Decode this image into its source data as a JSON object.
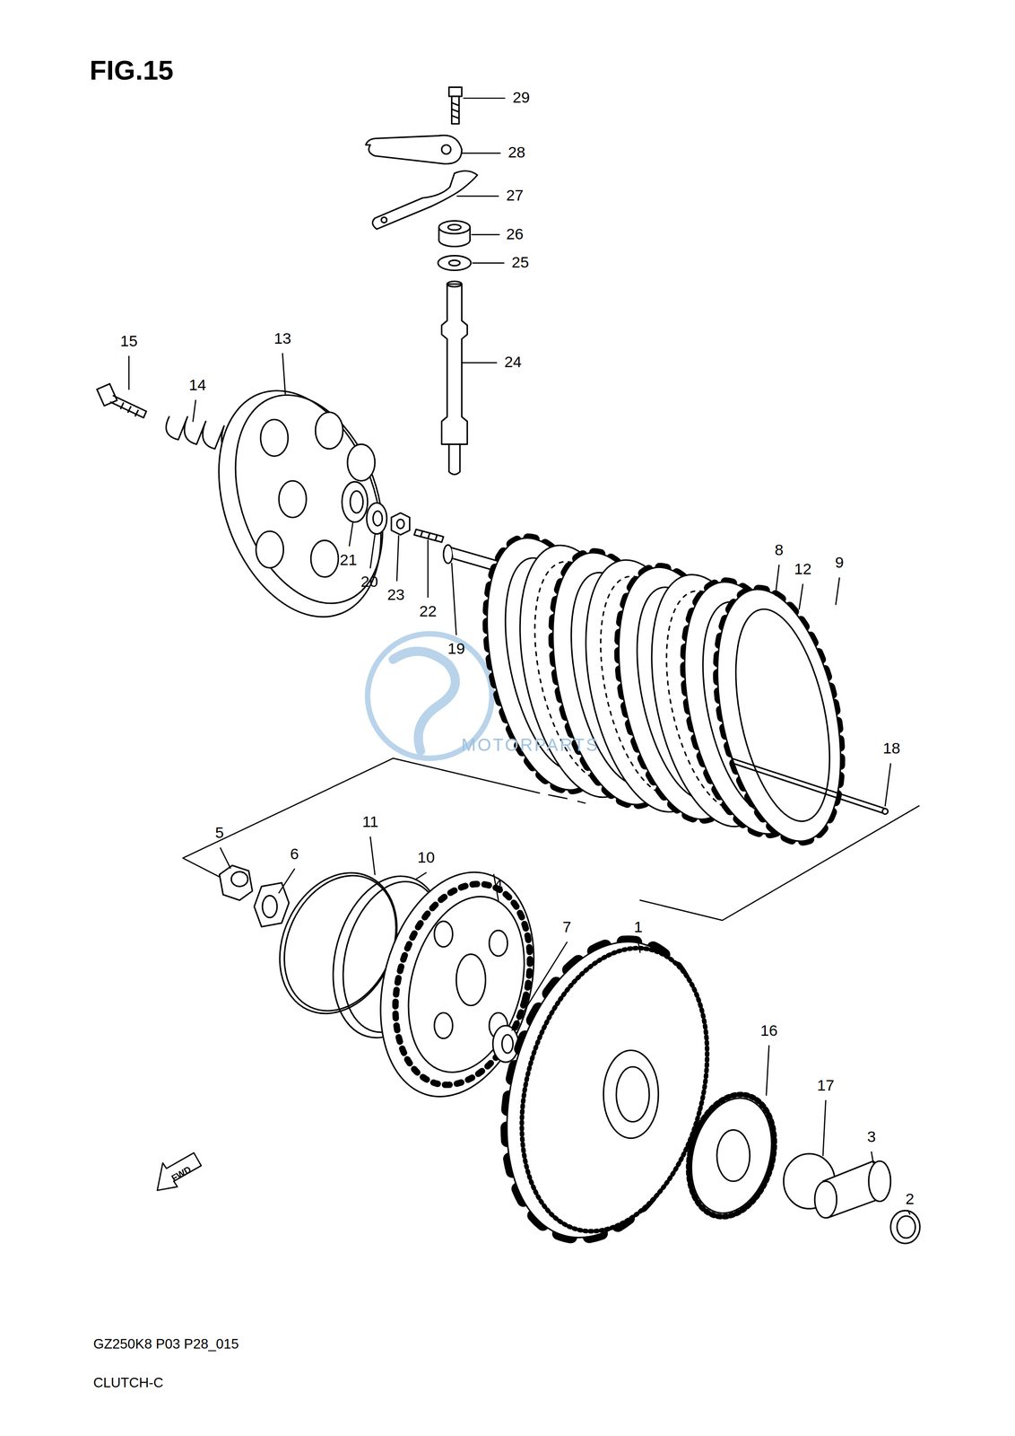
{
  "diagram": {
    "title": "FIG.15",
    "labels": [
      "29",
      "28",
      "27",
      "26",
      "25",
      "24",
      "15",
      "13",
      "14",
      "21",
      "20",
      "23",
      "22",
      "19",
      "8",
      "12",
      "9",
      "MOTORPARTS",
      "18",
      "5",
      "6",
      "11",
      "10",
      "4",
      "7",
      "1",
      "16",
      "17",
      "3",
      "2",
      "FWD",
      "GZ250K8 P03 P28_015",
      "CLUTCH-C"
    ]
  }
}
